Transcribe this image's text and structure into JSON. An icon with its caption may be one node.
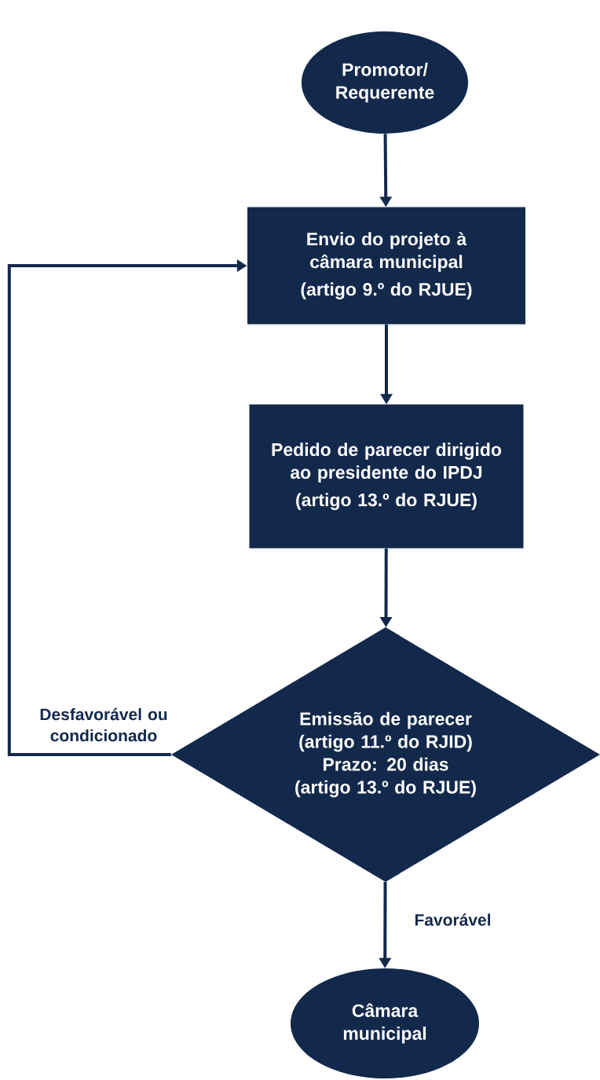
{
  "diagram": {
    "nodes": [
      {
        "text": [
          "Promotor/ Requerente"
        ]
      },
      {
        "text": [
          "Envio do projeto à câmara municipal",
          "(artigo 9.º do RJUE)"
        ]
      },
      {
        "text": [
          "Pedido de parecer dirigido ao presidente do IPDJ",
          "(artigo 13.º do RJUE)"
        ]
      },
      {
        "text": [
          "Emissão de parecer",
          "(artigo 11.º do RJID)",
          "Prazo: 20 dias",
          "(artigo 13.º do RJUE)"
        ]
      },
      {
        "text": [
          "Câmara municipal"
        ]
      }
    ],
    "edges": [
      {
        "from": 0,
        "to": 1,
        "arrow": "to"
      },
      {
        "from": 1,
        "to": 2,
        "arrow": "to"
      },
      {
        "from": 2,
        "to": 3,
        "arrow": "to"
      },
      {
        "from": 3,
        "to": 1,
        "arrow": "to",
        "label": "Desfavorável ou condicionado"
      },
      {
        "from": 3,
        "to": 4,
        "arrow": "to",
        "label": "Favorável"
      }
    ]
  }
}
